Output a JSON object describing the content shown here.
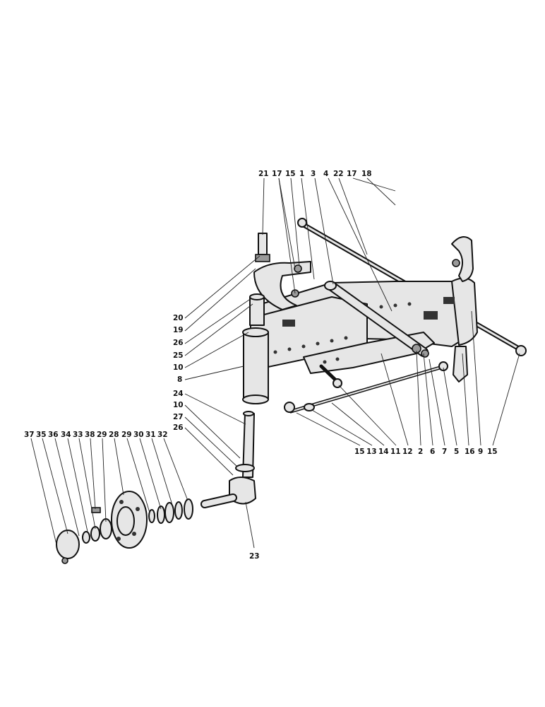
{
  "diagram": {
    "labels_top": [
      "21",
      "17",
      "15",
      "1",
      "3",
      "4",
      "22",
      "17",
      "18"
    ],
    "labels_left": [
      "20",
      "19",
      "26",
      "25",
      "10",
      "8"
    ],
    "labels_spindle": [
      "24",
      "10",
      "27",
      "26"
    ],
    "labels_hub": [
      "37",
      "35",
      "36",
      "34",
      "33",
      "38",
      "29",
      "28",
      "29",
      "30",
      "31",
      "32"
    ],
    "labels_bottom_right": [
      "15",
      "13",
      "14",
      "11",
      "12",
      "2",
      "6",
      "7",
      "5",
      "16",
      "9",
      "15"
    ],
    "label_axle": "23"
  }
}
